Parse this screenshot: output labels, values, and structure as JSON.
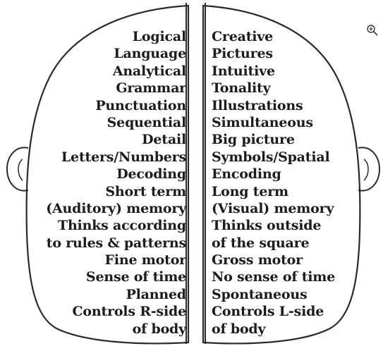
{
  "left_hemisphere": [
    "Logical",
    "Language",
    "Analytical",
    "Grammar",
    "Punctuation",
    "Sequential",
    "Detail",
    "Letters/Numbers",
    "Decoding",
    "Short term",
    "(Auditory) memory",
    "Thinks according",
    "to rules & patterns",
    "Fine motor",
    "Sense of time",
    "Planned",
    "Controls R-side",
    "of body"
  ],
  "right_hemisphere": [
    "Creative",
    "Pictures",
    "Intuitive",
    "Tonality",
    "Illustrations",
    "Simultaneous",
    "Big picture",
    "Symbols/Spatial",
    "Encoding",
    "Long term",
    "(Visual) memory",
    "Thinks outside",
    "of the square",
    "Gross motor",
    "No sense of time",
    "Spontaneous",
    "Controls L-side",
    "of body"
  ],
  "icons": {
    "zoom": "zoom-in-icon"
  },
  "colors": {
    "outline": "#2a2a2a",
    "text": "#1c1c1c",
    "background": "#ffffff"
  }
}
